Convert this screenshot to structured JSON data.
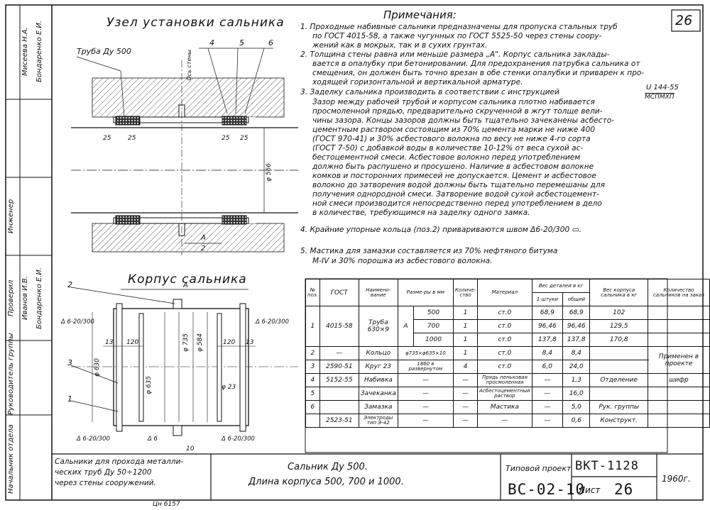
{
  "sheet_no": "26",
  "view1_title": "Узел установки сальника",
  "view2_title": "Корпус сальника",
  "labels_view1": {
    "pipe": "Труба Ду 500",
    "axis": "Ось стены",
    "pos4": "4",
    "pos5": "5",
    "pos6": "6",
    "dim25a": "25",
    "dim25b": "25",
    "dim25c": "25",
    "dim25d": "25",
    "dia": "φ 566",
    "A": "A",
    "half": "2"
  },
  "labels_view2": {
    "pos2": "2",
    "pos3": "3",
    "pos1": "1",
    "A": "A",
    "weld_tl": "Δ 6-20/300",
    "weld_tr": "Δ 6-20/300",
    "weld_bl": "Δ 6-20/300",
    "weld_br": "Δ 6-20/300",
    "weld_6": "Δ 6",
    "d13a": "13",
    "d120a": "120",
    "d120b": "120",
    "d13b": "13",
    "d630": "φ 630",
    "d635": "φ 635",
    "d735": "φ 735",
    "d584": "φ 584",
    "d23": "φ 23",
    "d10": "10"
  },
  "notes_title": "Примечания:",
  "notes": [
    "1. Проходные набивные сальники предназначены для пропуска стальных труб",
    "по ГОСТ 4015-58, а также чугунных по ГОСТ 5525-50 через стены соору-",
    "жений как в мокрых, так и в сухих грунтах.",
    "2. Толщина стены равна или меньше размера „А\". Корпус сальника заклады-",
    "вается в опалубку при бетонировании. Для предохранения патрубка сальника от",
    "смещения, он должен быть точно врезан в обе стенки опалубки и приварен к про-",
    "ходящей горизонтальной и вертикальной арматуре.",
    "3. Заделку сальника производить в соответствии с инструкцией",
    "Зазор между рабочей трубой и корпусом сальника плотно набивается",
    "просмоленной прядью, предварительно скрученной в жгут толще вели-",
    "чины зазора. Концы зазоров должны быть тщательно зачеканены асбесто-",
    "цементным раствором состоящим из 70% цемента марки не ниже 400",
    "(ГОСТ 970-41) и 30% асбестового волокна по весу не ниже 4-го сорта",
    "(ГОСТ 7-50) с добавкой воды в количестве 10-12% от веса сухой ас-",
    "бестоцементной смеси. Асбестовое волокно перед употреблением",
    "должно быть распушено и просушено. Наличие в асбестовом волокне",
    "комков и посторонних примесей не допускается. Цемент и асбестовое",
    "волокно до затворения водой должны быть тщательно перемешаны для",
    "получения однородной смеси. Затворение водой сухой асбестоцемент-",
    "ной смеси производится непосредственно перед употреблением в дело",
    "в количестве, требующимся на заделку одного замка.",
    "4. Крайние упорные кольца (поз.2) привариваются швом Δ6-20/300 ▭.",
    "5. Мастика для замазки составляется из 70% нефтяного битума",
    "М-IV и 30% порошка из асбестового волокна."
  ],
  "instruction_ref": {
    "num": "U 144-55",
    "den": "МСПМХП"
  },
  "table": {
    "headers": [
      "№ поз.",
      "ГОСТ",
      "Наимено-вание",
      "Разме-ры в мм",
      "Количе-ство",
      "Материал",
      "Вес деталей в кг",
      "1 штуки",
      "общий",
      "Вес корпуса сальника в кг",
      "Количество сальников на заказ"
    ],
    "rows": [
      {
        "pos": "1",
        "gost": "4015-58",
        "name": "Труба 630×9",
        "size": "A",
        "sub": [
          [
            "500",
            "1",
            "ст.0",
            "68,9",
            "68,9",
            "102"
          ],
          [
            "700",
            "1",
            "ст.0",
            "96,46",
            "96,46",
            "129,5"
          ],
          [
            "1000",
            "1",
            "ст.0",
            "137,8",
            "137,8",
            "170,8"
          ]
        ]
      },
      {
        "pos": "2",
        "gost": "—",
        "name": "Кольцо",
        "size": "φ735×φ635×10",
        "qty": "1",
        "mat": "ст.0",
        "w1": "8,4",
        "wt": "8,4"
      },
      {
        "pos": "3",
        "gost": "2590-51",
        "name": "Круг 23",
        "size": "1860 в развернутом",
        "qty": "4",
        "mat": "ст.0",
        "w1": "6,0",
        "wt": "24,0"
      },
      {
        "pos": "4",
        "gost": "5152-55",
        "name": "Набивка",
        "size": "—",
        "qty": "—",
        "mat": "Прядь пеньковая просмоленная",
        "w1": "—",
        "wt": "1,3"
      },
      {
        "pos": "5",
        "gost": "",
        "name": "Зачеканка",
        "size": "—",
        "qty": "—",
        "mat": "Асбестоцементный раствор",
        "w1": "—",
        "wt": "16,0"
      },
      {
        "pos": "6",
        "gost": "",
        "name": "Замазка",
        "size": "—",
        "qty": "—",
        "mat": "Мастика",
        "w1": "—",
        "wt": "5,0"
      },
      {
        "pos": "",
        "gost": "2523-51",
        "name": "Электроды тип Э-42",
        "size": "—",
        "qty": "—",
        "mat": "—",
        "w1": "—",
        "wt": "0,6"
      }
    ],
    "applied": "Применен в проекте",
    "shifr": "шифр",
    "dept": "Отделение",
    "group": "Рук. группы",
    "constr": "Конструкт."
  },
  "side_roles": [
    "Начальник отдела",
    "Руководитель группы",
    "Инженер",
    "Проверил"
  ],
  "side_names": [
    "Бондаренко Е.И.",
    "Мисеева Н.А.",
    "Бондаренко Е.И.",
    "Иванов И.В."
  ],
  "stamp": {
    "desc": [
      "Сальники для прохода металли-",
      "ческих труб Ду 50÷1200",
      "через стены сооружений."
    ],
    "name1": "Сальник Ду 500.",
    "name2": "Длина корпуса 500, 700 и 1000.",
    "type_label": "Типовой проект",
    "project": "ВКТ-1128",
    "code": "ВС-02-10",
    "sheet_label": "Лист",
    "sheet": "26",
    "year": "1960г."
  },
  "bottom_note": "Цн 6157"
}
